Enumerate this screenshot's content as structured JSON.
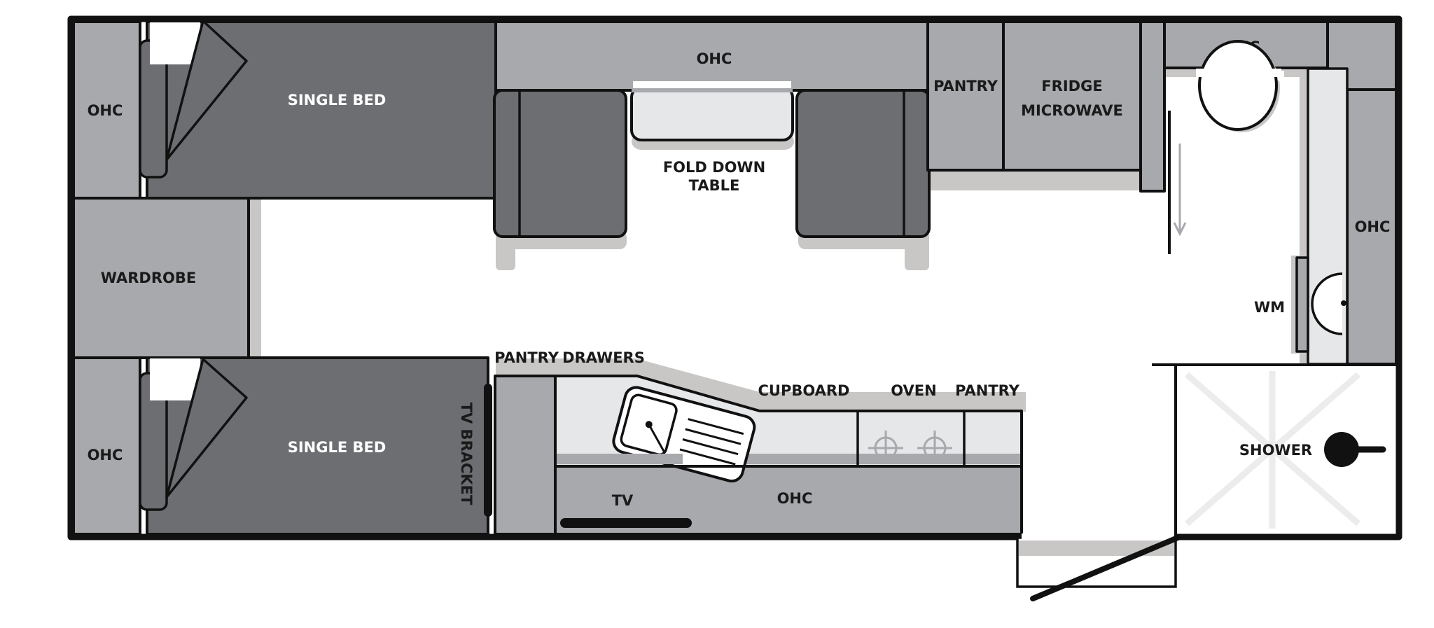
{
  "labels": {
    "ohc_top_left": "OHC",
    "single_bed_top": "SINGLE BED",
    "ohc_top_center": "OHC",
    "fold_down_table_1": "FOLD DOWN",
    "fold_down_table_2": "TABLE",
    "pantry_top": "PANTRY",
    "fridge_microwave_1": "FRIDGE",
    "fridge_microwave_2": "MICROWAVE",
    "ohc_top_right": "OHC",
    "ohc_right_wall": "OHC",
    "wardrobe": "WARDROBE",
    "wm": "WM",
    "ohc_bottom_left": "OHC",
    "single_bed_bottom": "SINGLE BED",
    "tv_bracket": "TV BRACKET",
    "pantry_kitchen": "PANTRY",
    "drawers": "DRAWERS",
    "cupboard": "CUPBOARD",
    "oven": "OVEN",
    "pantry_kitchen_right": "PANTRY",
    "tv": "TV",
    "ohc_kitchen": "OHC",
    "shower": "SHOWER"
  },
  "colors": {
    "dark_fill": "#6d6e71",
    "medium_fill": "#a7a9ac",
    "light_fill": "#e6e7e8",
    "shadow": "#c9c6c6",
    "outline": "#111111",
    "floor": "#ffffff"
  },
  "icons": {
    "stove_burner": "burner-icon",
    "sink": "sink-icon",
    "toilet": "toilet-icon",
    "shower_mixer": "shower-mixer-icon",
    "door_swing": "door-swing-icon"
  }
}
